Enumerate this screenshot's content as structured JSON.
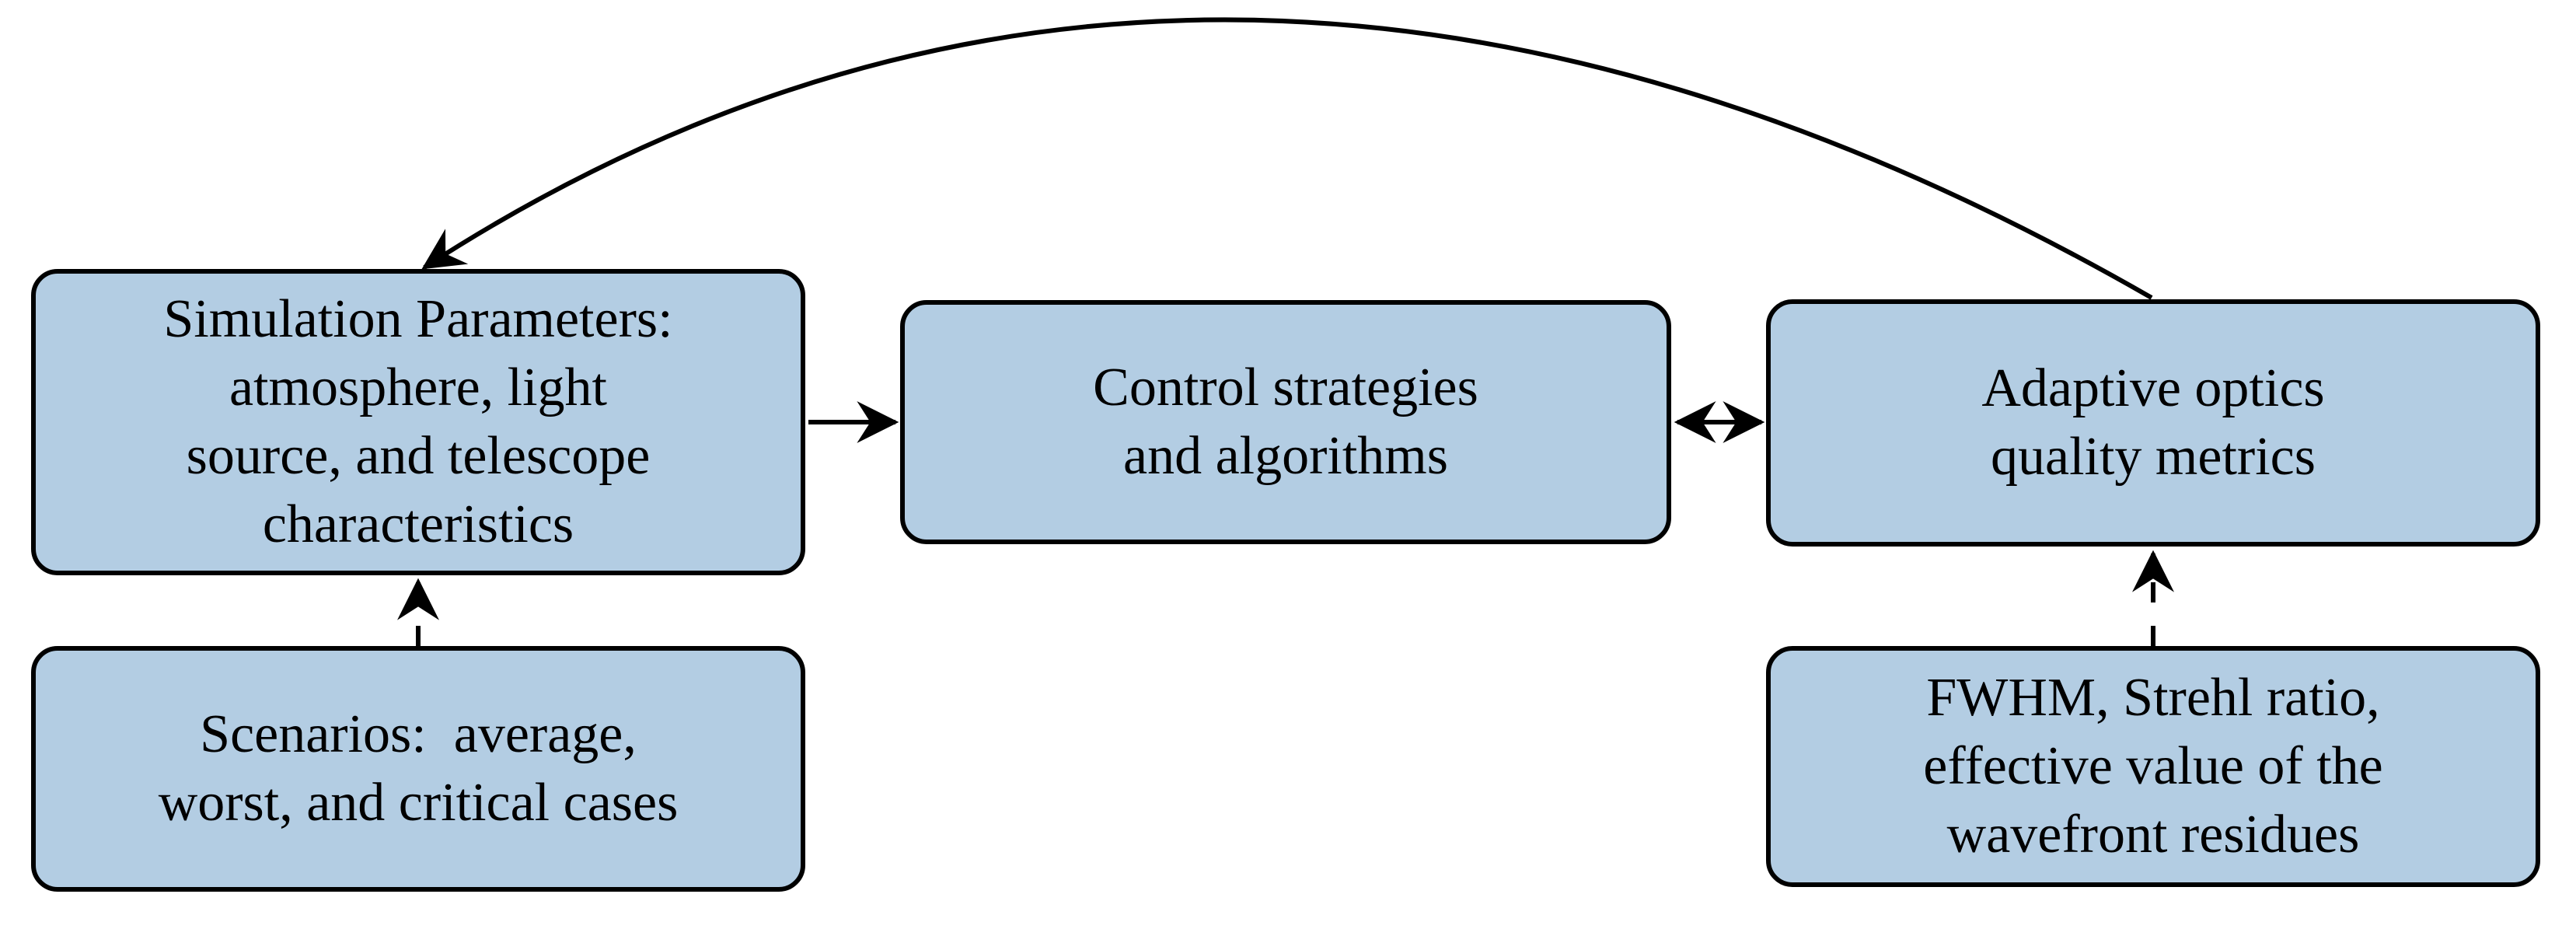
{
  "colors": {
    "box_fill": "#b3cde3",
    "box_border": "#000000",
    "arrow": "#000000",
    "background": "#ffffff"
  },
  "boxes": {
    "sim_params": {
      "lines": [
        "Simulation Parameters:",
        "atmosphere, light",
        "source, and telescope",
        "characteristics"
      ]
    },
    "scenarios": {
      "lines": [
        "Scenarios:  average,",
        "worst, and critical cases"
      ]
    },
    "control": {
      "lines": [
        "Control strategies",
        "and algorithms"
      ]
    },
    "ao_metrics": {
      "lines": [
        "Adaptive optics",
        "quality metrics"
      ]
    },
    "metrics_detail": {
      "lines": [
        "FWHM, Strehl ratio,",
        "effective value of the",
        "wavefront residues"
      ]
    }
  },
  "edges": [
    {
      "from": "sim_params",
      "to": "control",
      "style": "solid",
      "arrows": "forward"
    },
    {
      "from": "control",
      "to": "ao_metrics",
      "style": "solid",
      "arrows": "both"
    },
    {
      "from": "scenarios",
      "to": "sim_params",
      "style": "dashed",
      "arrows": "forward"
    },
    {
      "from": "metrics_detail",
      "to": "ao_metrics",
      "style": "dashed",
      "arrows": "forward"
    },
    {
      "from": "ao_metrics",
      "to": "sim_params",
      "style": "curved-solid",
      "arrows": "forward"
    }
  ]
}
